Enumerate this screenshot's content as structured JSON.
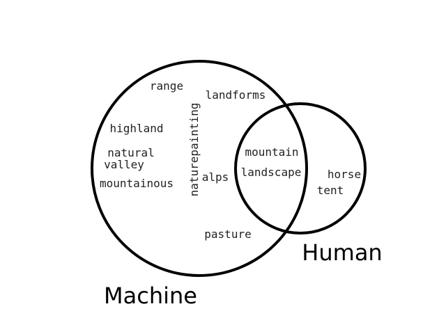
{
  "diagram": {
    "sets": [
      {
        "name": "Machine"
      },
      {
        "name": "Human"
      }
    ],
    "machine_only_words": [
      "range",
      "landforms",
      "highland",
      "natural",
      "valley",
      "mountainous",
      "naturepainting",
      "alps",
      "pasture"
    ],
    "shared_words": [
      "mountain",
      "landscape"
    ],
    "human_only_words": [
      "horse",
      "tent"
    ],
    "stroke_color": "#000000",
    "text_color": "#222222"
  }
}
